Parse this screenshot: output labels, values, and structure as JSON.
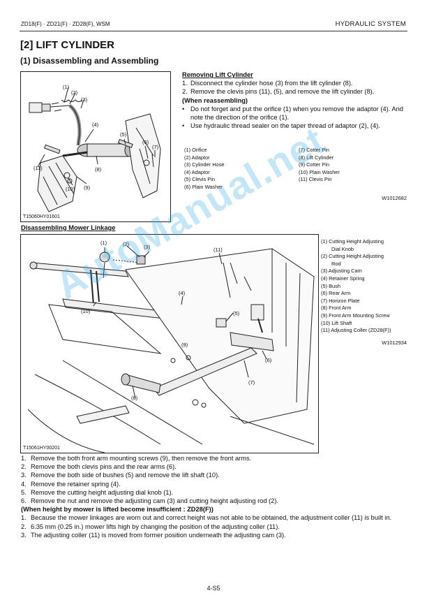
{
  "header": {
    "left": "ZD18(F) · ZD21(F) · ZD28(F), WSM",
    "right": "HYDRAULIC  SYSTEM"
  },
  "section_title": "[2]  LIFT CYLINDER",
  "subsection_title": "(1)  Disassembling and Assembling",
  "figure1": {
    "caption": "T15060HY01601",
    "callouts": [
      "(1)",
      "(2)",
      "(3)",
      "(4)",
      "(5)",
      "(6)",
      "(7)",
      "(8)",
      "(9)",
      "(10)",
      "(11)"
    ]
  },
  "removing": {
    "heading": "Removing Lift Cylinder",
    "steps": [
      "Disconnect the cylinder hose (3) from the lift cylinder (8).",
      "Remove the clevis pins (11), (5), and remove the lift cylinder (8)."
    ],
    "reassembling_heading": "(When reassembling)",
    "bullets": [
      "Do not forget and put the orifice (1) when you remove the adaptor (4).  And note the direction of the orifice (1).",
      "Use hydraulic thread sealer on the taper thread of adaptor (2), (4)."
    ],
    "legend_left": [
      "(1)  Orifice",
      "(2)  Adaptor",
      "(3)  Cylinder Hose",
      "(4)  Adaptor",
      "(5)  Clevis Pin",
      "(6)  Plain Washer"
    ],
    "legend_right": [
      "(7)  Cotter Pin",
      "(8)  Lift Cylinder",
      "(9)  Cotter Pin",
      "(10)  Plain Washer",
      "(11)  Clevis Pin"
    ],
    "code": "W1012682"
  },
  "mower": {
    "heading": "Disassembling Mower Linkage",
    "caption": "T15061HY00201",
    "callouts": [
      "(1)",
      "(2)",
      "(3)",
      "(4)",
      "(5)",
      "(6)",
      "(7)",
      "(8)",
      "(9)",
      "(10)",
      "(11)"
    ],
    "legend": [
      "(1)  Cutting Height Adjusting",
      "Dial Knob",
      "(2)  Cutting Height Adjusting",
      "Rod",
      "(3)  Adjusting Cam",
      "(4)  Retainer Spring",
      "(5)  Bush",
      "(6)  Rear Arm",
      "(7)  Horizon Plate",
      "(8)  Front Arm",
      "(9)  Front Arm Mounting Screw",
      "(10)  Lift Shaft",
      "(11)  Adjusting Coller (ZD28(F))"
    ],
    "code": "W1012934"
  },
  "steps": [
    "Remove the both front arm mounting screws (9), then remove the front arms.",
    "Remove the both clevis pins and the rear arms (6).",
    "Remove the both side of bushes (5) and remove the lift shaft (10).",
    "Remove the retainer spring (4).",
    "Remove the cutting height adjusting dial knob (1).",
    "Remove the nut and remove the adjusting cam (3) and cutting height adjusting rod (2)."
  ],
  "insufficient_heading": "(When height by mower is lifted become insufficient : ZD28(F))",
  "insufficient_steps": [
    "Because the mower linkages are worn out and correct height was not able to be obtained, the adjustment coller (11) is built in.",
    "6.35 mm (0.25 in.) mower lifts high by changing the position of the adjusting coller (11).",
    "The adjusting coller (11) is moved from former position underneath the adjusting cam (3)."
  ],
  "page_number": "4-S5",
  "watermark": "AutoManual.net"
}
